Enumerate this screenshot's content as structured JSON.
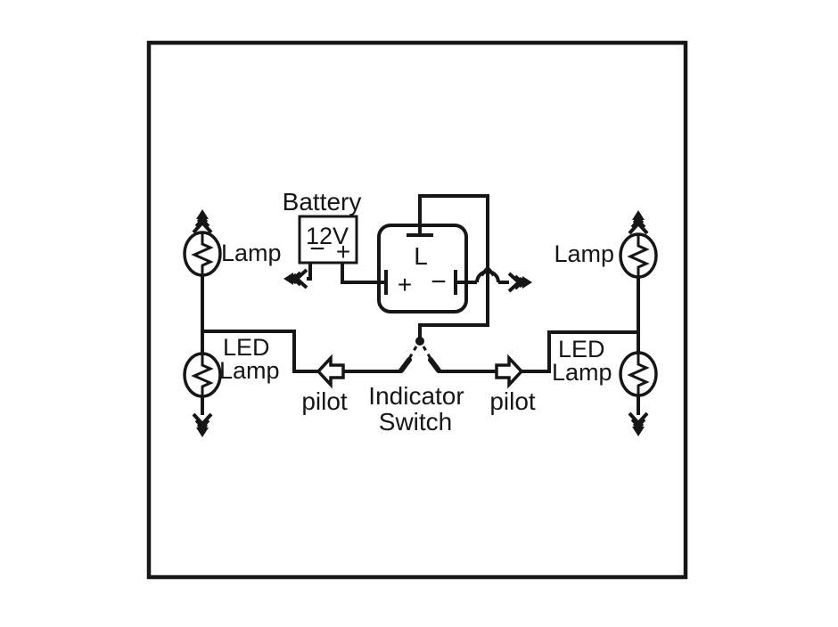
{
  "diagram_type": "led-flasher-relay-wiring-diagram",
  "labels": {
    "battery": "Battery",
    "battery_voltage": "12V",
    "battery_neg": "−",
    "battery_pos": "+",
    "relay_terminal_load": "L",
    "relay_terminal_pos": "+",
    "relay_terminal_neg": "−",
    "lamp_left": "Lamp",
    "lamp_right": "Lamp",
    "led_left_line1": "LED",
    "led_left_line2": "Lamp",
    "led_right_line1": "LED",
    "led_right_line2": "Lamp",
    "pilot_left": "pilot",
    "pilot_right": "pilot",
    "switch_line1": "Indicator",
    "switch_line2": "Switch"
  },
  "colors": {
    "line": "#161616",
    "background": "#ffffff"
  }
}
